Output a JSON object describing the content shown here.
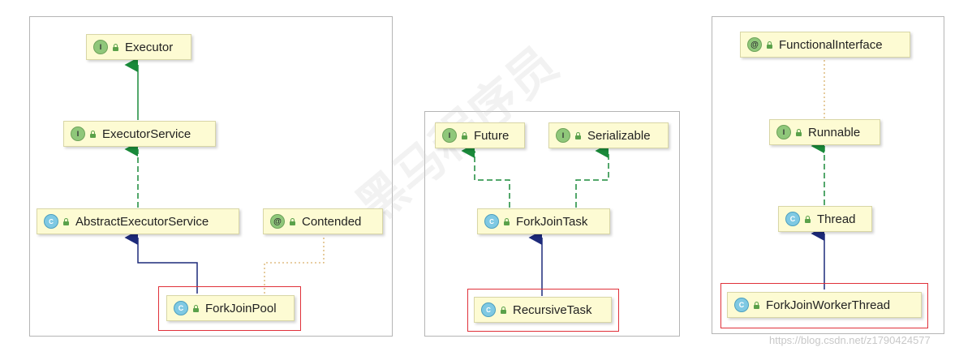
{
  "colors": {
    "node_fill": "#fdfbd3",
    "interface_arrow": "#1a8a3a",
    "extends_arrow": "#1d2a7a",
    "annotation_line": "#d9b16a",
    "highlight_border": "#e0313a"
  },
  "diagrams": {
    "left": {
      "executor": {
        "kind": "interface",
        "badge": "I",
        "label": "Executor"
      },
      "executor_service": {
        "kind": "interface",
        "badge": "I",
        "label": "ExecutorService"
      },
      "abstract_executor_service": {
        "kind": "abstract-class",
        "badge": "C",
        "label": "AbstractExecutorService"
      },
      "contended": {
        "kind": "annotation",
        "badge": "@",
        "label": "Contended"
      },
      "fork_join_pool": {
        "kind": "class",
        "badge": "C",
        "label": "ForkJoinPool",
        "highlighted": true
      }
    },
    "middle": {
      "future": {
        "kind": "interface",
        "badge": "I",
        "label": "Future"
      },
      "serializable": {
        "kind": "interface",
        "badge": "I",
        "label": "Serializable"
      },
      "fork_join_task": {
        "kind": "abstract-class",
        "badge": "C",
        "label": "ForkJoinTask"
      },
      "recursive_task": {
        "kind": "abstract-class",
        "badge": "C",
        "label": "RecursiveTask",
        "highlighted": true
      }
    },
    "right": {
      "functional_interface": {
        "kind": "annotation",
        "badge": "@",
        "label": "FunctionalInterface"
      },
      "runnable": {
        "kind": "interface",
        "badge": "I",
        "label": "Runnable"
      },
      "thread": {
        "kind": "class",
        "badge": "C",
        "label": "Thread"
      },
      "fork_join_worker_thread": {
        "kind": "class",
        "badge": "C",
        "label": "ForkJoinWorkerThread",
        "highlighted": true
      }
    }
  },
  "watermark_text": "https://blog.csdn.net/z1790424577",
  "logo_watermark": "黑马程序员 www.itheima.com"
}
